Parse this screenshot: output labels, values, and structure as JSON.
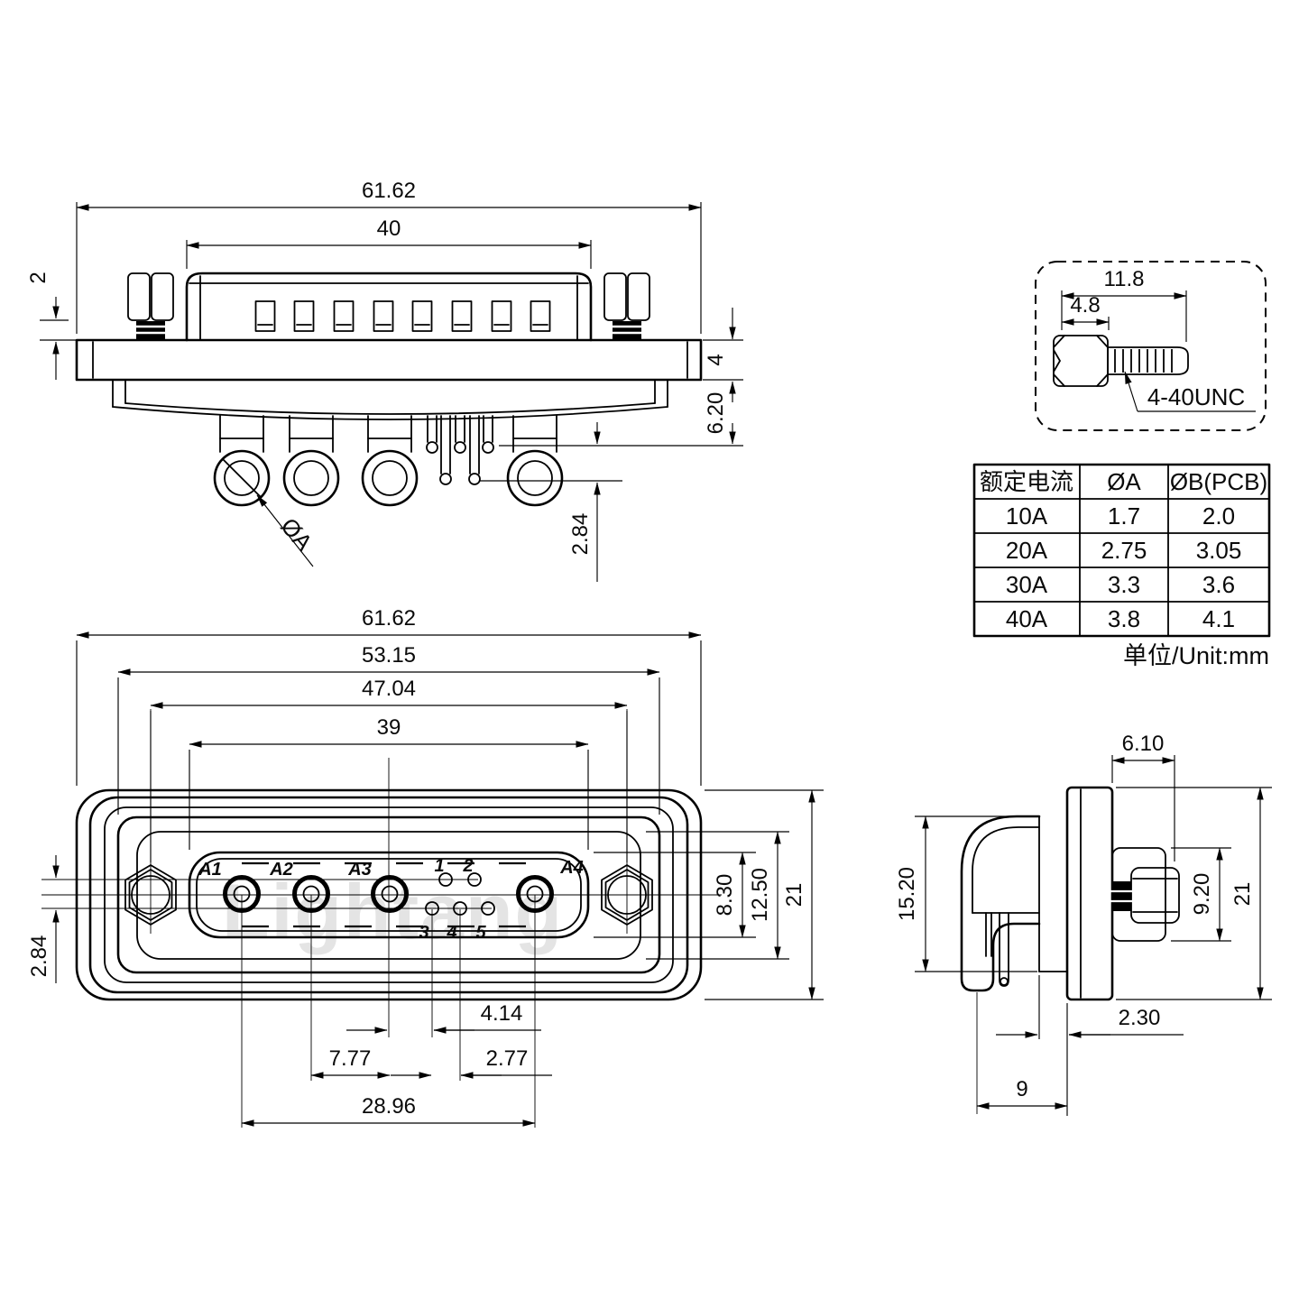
{
  "watermark": "Lightang",
  "top_view": {
    "dim_width": "61.62",
    "dim_cap": "40",
    "dim_screw": "2",
    "dim_flange": "4",
    "dim_depth": "6.20",
    "dim_stagger": "2.84",
    "label_pin_dia": "ØA"
  },
  "screw_detail": {
    "dim_total": "11.8",
    "dim_head": "4.8",
    "thread": "4-40UNC"
  },
  "front_view": {
    "dim_width": "61.62",
    "dim_shell": "53.15",
    "dim_mount": "47.04",
    "dim_insert": "39",
    "dim_row": "2.84",
    "dim_insert_h": "8.30",
    "dim_shroud_h": "12.50",
    "dim_height": "21",
    "dim_a3_p3": "4.14",
    "dim_a2_a3": "7.77",
    "dim_pitch": "2.77",
    "dim_span": "28.96",
    "pins": {
      "a1": "A1",
      "a2": "A2",
      "a3": "A3",
      "a4": "A4",
      "p1": "1",
      "p2": "2",
      "p3": "3",
      "p4": "4",
      "p5": "5"
    }
  },
  "side_view": {
    "dim_front": "6.10",
    "dim_body": "15.20",
    "dim_screw": "9.20",
    "dim_height": "21",
    "dim_offset": "2.30",
    "dim_pin": "9"
  },
  "table": {
    "h_current": "额定电流",
    "h_a": "ØA",
    "h_b": "ØB(PCB)",
    "rows": [
      {
        "c": "10A",
        "a": "1.7",
        "b": "2.0"
      },
      {
        "c": "20A",
        "a": "2.75",
        "b": "3.05"
      },
      {
        "c": "30A",
        "a": "3.3",
        "b": "3.6"
      },
      {
        "c": "40A",
        "a": "3.8",
        "b": "4.1"
      }
    ],
    "unit": "单位/Unit:mm"
  }
}
